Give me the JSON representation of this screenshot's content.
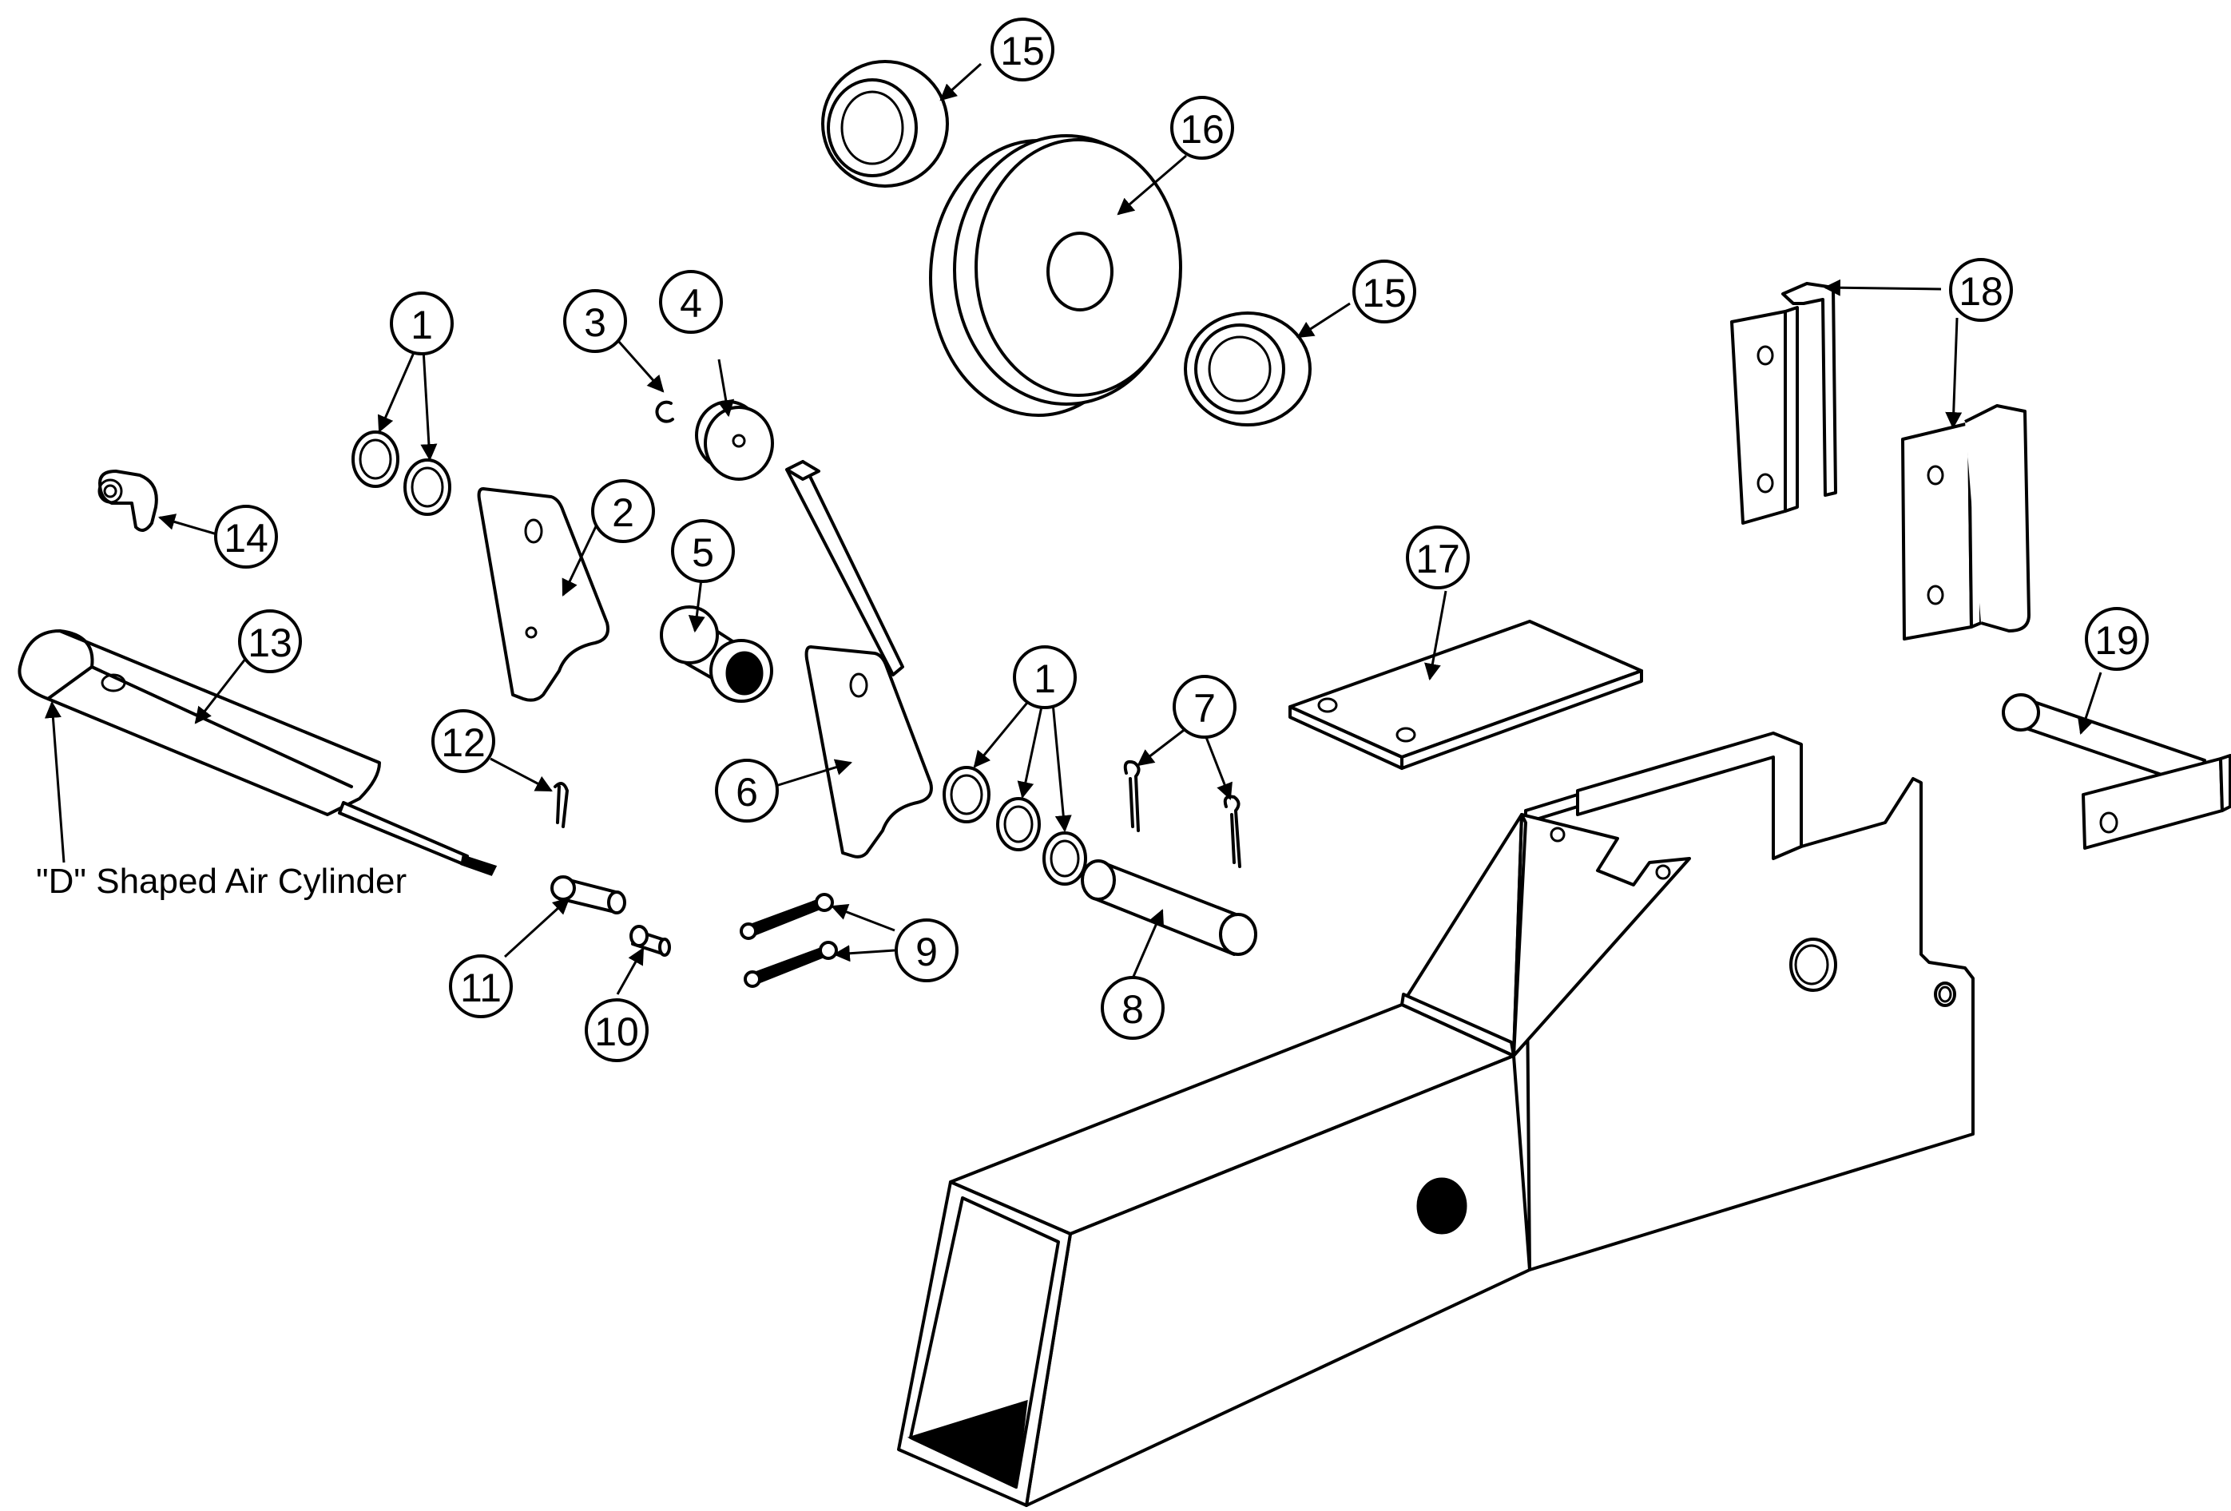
{
  "diagram": {
    "caption": "\"D\" Shaped Air Cylinder",
    "callouts": [
      {
        "id": "1a",
        "label": "1"
      },
      {
        "id": "1b",
        "label": "1"
      },
      {
        "id": "2",
        "label": "2"
      },
      {
        "id": "3",
        "label": "3"
      },
      {
        "id": "4",
        "label": "4"
      },
      {
        "id": "5",
        "label": "5"
      },
      {
        "id": "6",
        "label": "6"
      },
      {
        "id": "7",
        "label": "7"
      },
      {
        "id": "8",
        "label": "8"
      },
      {
        "id": "9",
        "label": "9"
      },
      {
        "id": "10",
        "label": "10"
      },
      {
        "id": "11",
        "label": "11"
      },
      {
        "id": "12",
        "label": "12"
      },
      {
        "id": "13",
        "label": "13"
      },
      {
        "id": "14",
        "label": "14"
      },
      {
        "id": "15a",
        "label": "15"
      },
      {
        "id": "15b",
        "label": "15"
      },
      {
        "id": "16",
        "label": "16"
      },
      {
        "id": "17",
        "label": "17"
      },
      {
        "id": "18",
        "label": "18"
      },
      {
        "id": "19",
        "label": "19"
      }
    ]
  }
}
